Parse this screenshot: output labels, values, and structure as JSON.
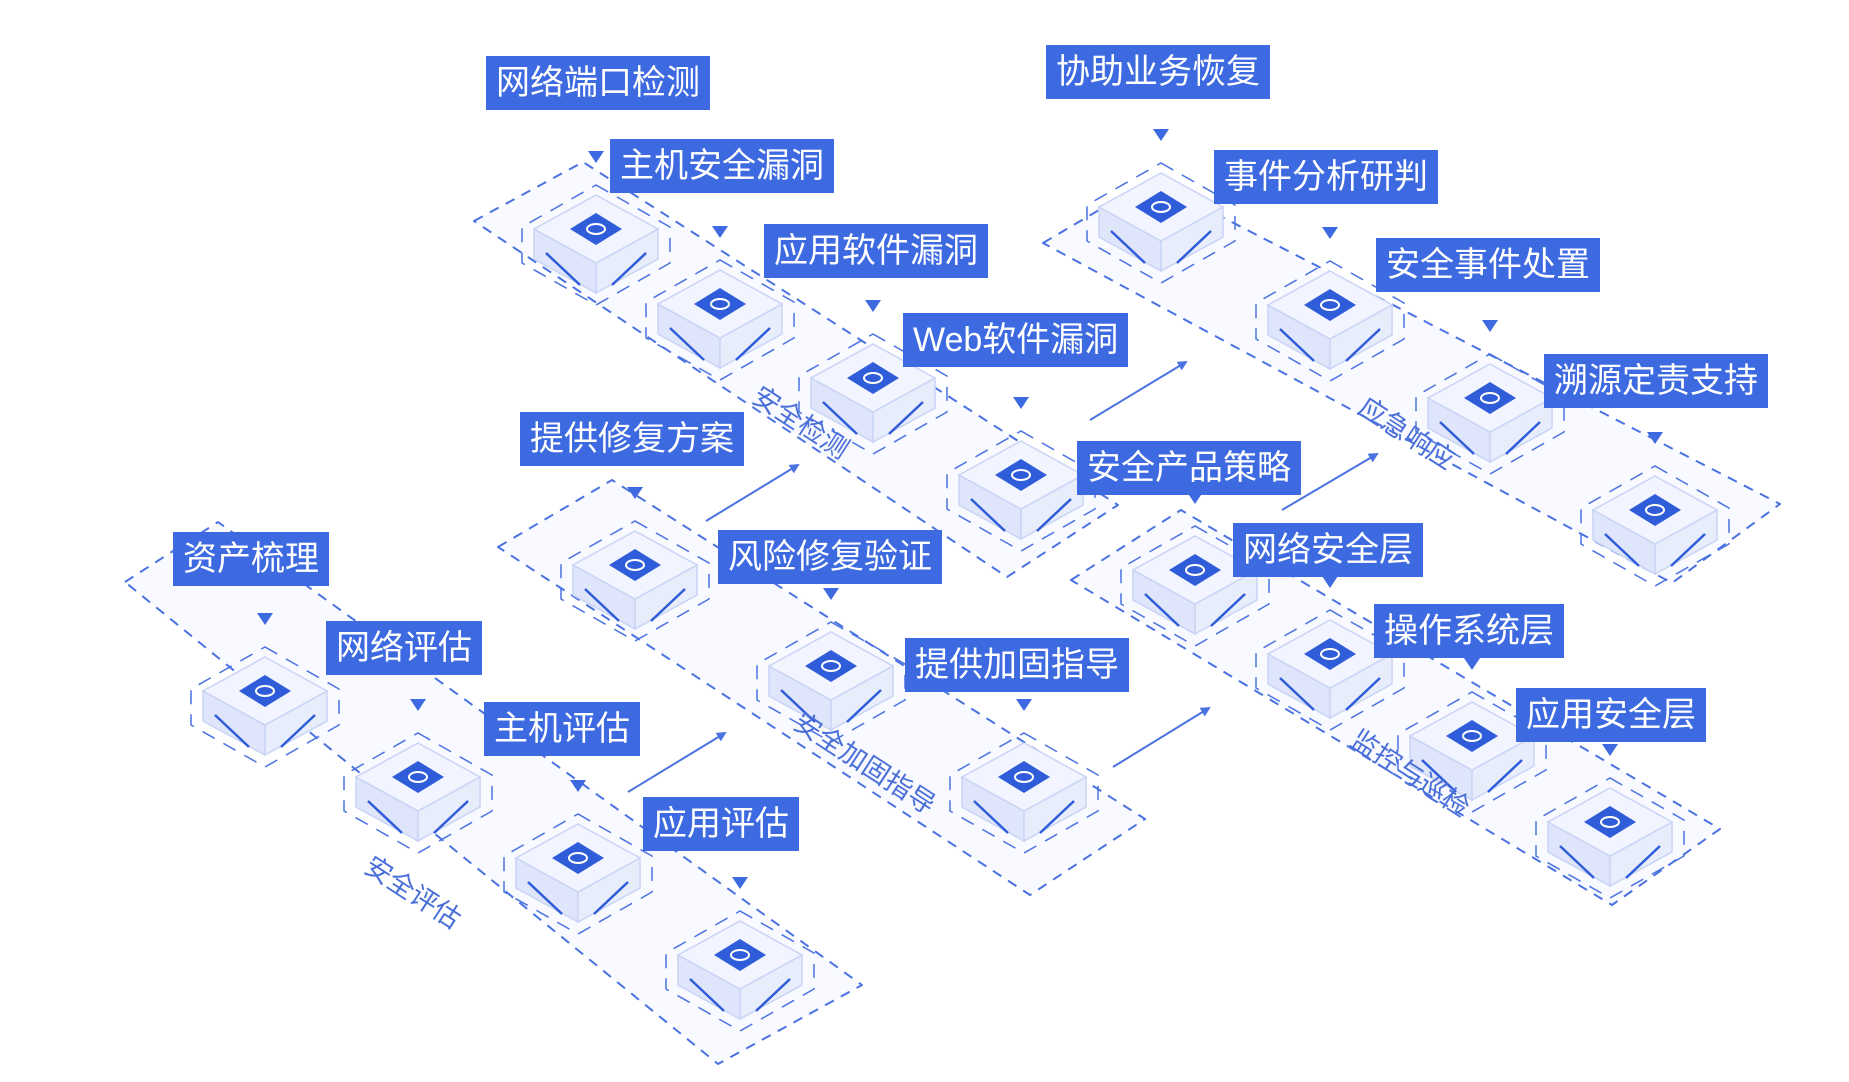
{
  "groups": [
    {
      "id": "assess",
      "label": "安全评估",
      "items": [
        "资产梳理",
        "网络评估",
        "主机评估",
        "应用评估"
      ]
    },
    {
      "id": "harden",
      "label": "安全加固指导",
      "items": [
        "提供修复方案",
        "风险修复验证",
        "提供加固指导"
      ]
    },
    {
      "id": "detect",
      "label": "安全检测",
      "items": [
        "网络端口检测",
        "主机安全漏洞",
        "应用软件漏洞",
        "Web软件漏洞"
      ]
    },
    {
      "id": "monitor",
      "label": "监控与巡检",
      "items": [
        "安全产品策略",
        "网络安全层",
        "操作系统层",
        "应用安全层"
      ]
    },
    {
      "id": "response",
      "label": "应急响应",
      "items": [
        "协助业务恢复",
        "事件分析研判",
        "安全事件处置",
        "溯源定责支持"
      ]
    }
  ],
  "colors": {
    "accent": "#3d6ae0",
    "dash": "#4a72e0",
    "box_top": "#f2f5ff",
    "box_side": "#dfe6fb",
    "icon": "#2f5cd8"
  }
}
